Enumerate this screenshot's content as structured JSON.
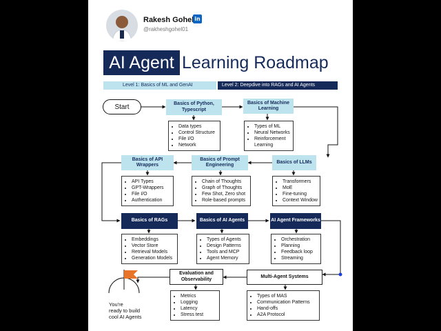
{
  "author": {
    "name": "Rakesh Gohel",
    "handle": "@rakheshgohel01"
  },
  "linkedin_icon": "in",
  "title": {
    "highlight": "AI Agent",
    "rest": "Learning Roadmap"
  },
  "levels": {
    "level1": "Level 1: Basics of ML and GenAI",
    "level2": "Level 2: Deepdive into RAGs and AI Agents"
  },
  "start": "Start",
  "nodes": {
    "python": {
      "title": "Basics of Python, Typescript",
      "items": [
        "Data types",
        "Control Structure",
        "File I/O",
        "Network"
      ]
    },
    "ml": {
      "title": "Basics of Machine Learning",
      "items": [
        "Types of ML",
        "Neural Networks",
        "Reinforcement Learning"
      ]
    },
    "llms": {
      "title": "Basics of LLMs",
      "items": [
        "Transformers",
        "MoE",
        "Fine-tuning",
        "Context Window"
      ]
    },
    "prompt": {
      "title": "Basics of Prompt Engineering",
      "items": [
        "Chain of Thoughts",
        "Graph of Thoughts",
        "Few Shot, Zero shot",
        "Role-based prompts"
      ]
    },
    "api": {
      "title": "Basics of API Wrappers",
      "items": [
        "API Types",
        "GPT-Wrappers",
        "File I/O",
        "Authentication"
      ]
    },
    "rags": {
      "title": "Basics of RAGs",
      "items": [
        "Embeddings",
        "Vector Store",
        "Retrieval Models",
        "Generation Models"
      ]
    },
    "agents": {
      "title": "Basics of AI Agents",
      "items": [
        "Types of Agents",
        "Design Patterns",
        "Tools and MCP",
        "Agent Memory"
      ]
    },
    "frameworks": {
      "title": "AI Agent Frameworks",
      "items": [
        "Orchestration",
        "Planning",
        "Feedback loop",
        "Streaming"
      ]
    },
    "mas": {
      "title": "Multi-Agent Systems",
      "items": [
        "Types of MAS",
        "Communication Patterns",
        "Hand-offs",
        "A2A Protocol"
      ]
    },
    "eval": {
      "title": "Evaluation and Observability",
      "items": [
        "Metrics",
        "Logging",
        "Latency",
        "Stress test"
      ]
    }
  },
  "finish": {
    "line1": "You're",
    "line2": "ready to build",
    "line3": "cool AI Agents"
  },
  "icons": [
    "linkedin-icon",
    "avatar",
    "finish-flag-icon"
  ],
  "colors": {
    "navy": "#162a5a",
    "light_blue": "#bde3ee",
    "flag": "#e8742a",
    "linkedin": "#0a66c2"
  }
}
